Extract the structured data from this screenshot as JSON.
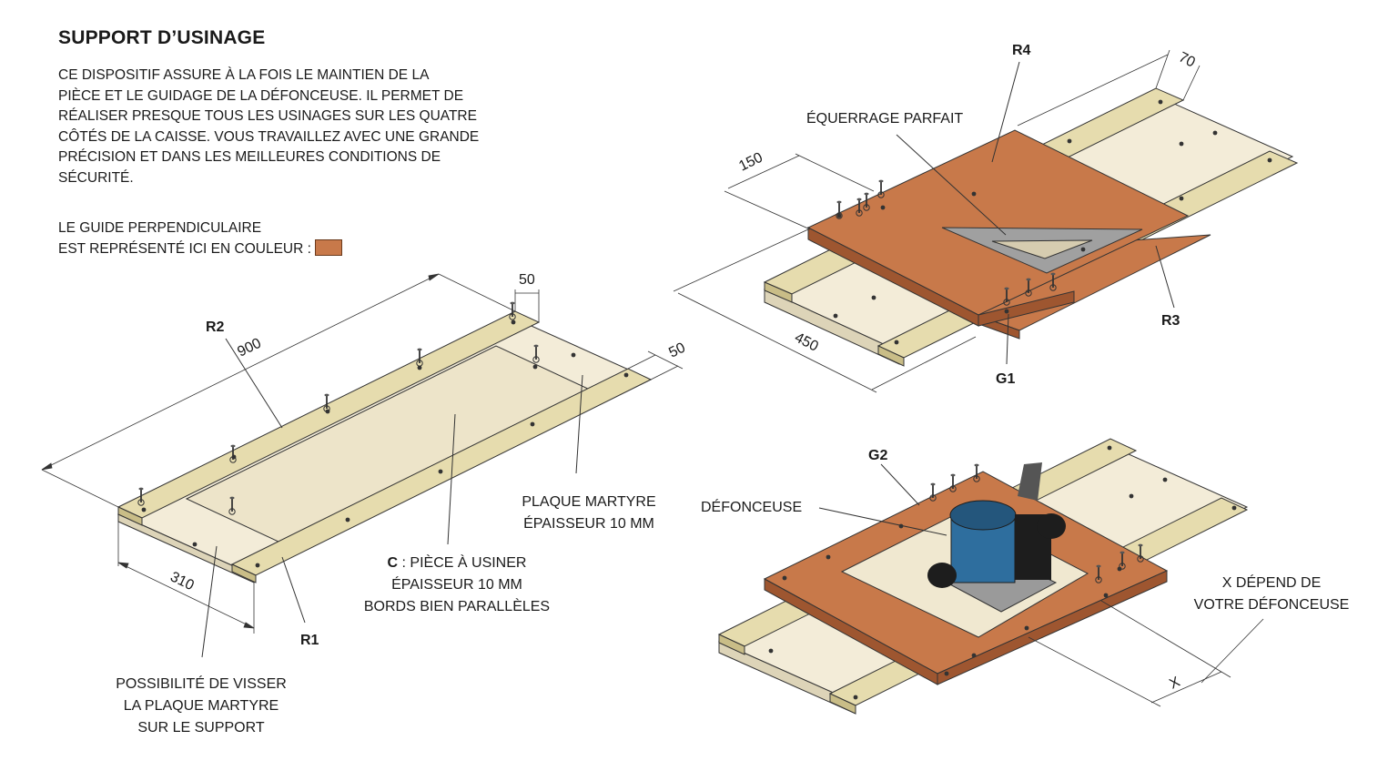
{
  "header": {
    "title": "SUPPORT D’USINAGE",
    "intro_lines": [
      "CE DISPOSITIF ASSURE À LA FOIS LE MAINTIEN DE LA",
      "PIÈCE ET LE GUIDAGE DE LA DÉFONCEUSE. IL PERMET DE",
      "RÉALISER PRESQUE TOUS LES USINAGES SUR LES QUATRE",
      "CÔTÉS DE LA CAISSE. VOUS TRAVAILLEZ AVEC UNE GRANDE",
      "PRÉCISION ET DANS LES MEILLEURES CONDITIONS DE",
      "SÉCURITÉ."
    ],
    "legend_line1": "LE GUIDE PERPENDICULAIRE",
    "legend_line2": "EST REPRÉSENTÉ ICI EN COULEUR :",
    "legend_color": "#c8794a"
  },
  "colors": {
    "rail_top": "#e6dcae",
    "rail_side": "#c9bd87",
    "panel": "#f3ecd8",
    "panel_side": "#ddd4b8",
    "guide_top": "#c8794a",
    "guide_side": "#9e5630",
    "square": "#9a9a9a",
    "router_body": "#2e6e9e",
    "router_dark": "#1d1d1d"
  },
  "diagram_left": {
    "labels": {
      "r2": "R2",
      "r1": "R1",
      "dim_900": "900",
      "dim_50_top": "50",
      "dim_50_right": "50",
      "dim_310": "310",
      "martyre_1": "PLAQUE MARTYRE",
      "martyre_2": "ÉPAISSEUR 10 MM",
      "c_bold": "C",
      "c_1": " : PIÈCE À USINER",
      "c_2": "ÉPAISSEUR 10 MM",
      "c_3": "BORDS BIEN PARALLÈLES",
      "visser_1": "POSSIBILITÉ DE VISSER",
      "visser_2": "LA PLAQUE MARTYRE",
      "visser_3": "SUR LE SUPPORT"
    }
  },
  "diagram_top_right": {
    "labels": {
      "r4": "R4",
      "r3": "R3",
      "g1": "G1",
      "dim_70": "70",
      "dim_150": "150",
      "dim_450": "450",
      "equerrage": "ÉQUERRAGE PARFAIT"
    }
  },
  "diagram_bottom_right": {
    "labels": {
      "g2": "G2",
      "defonceuse": "DÉFONCEUSE",
      "x_1": "X DÉPEND DE",
      "x_2": "VOTRE DÉFONCEUSE",
      "dim_x": "X"
    }
  }
}
